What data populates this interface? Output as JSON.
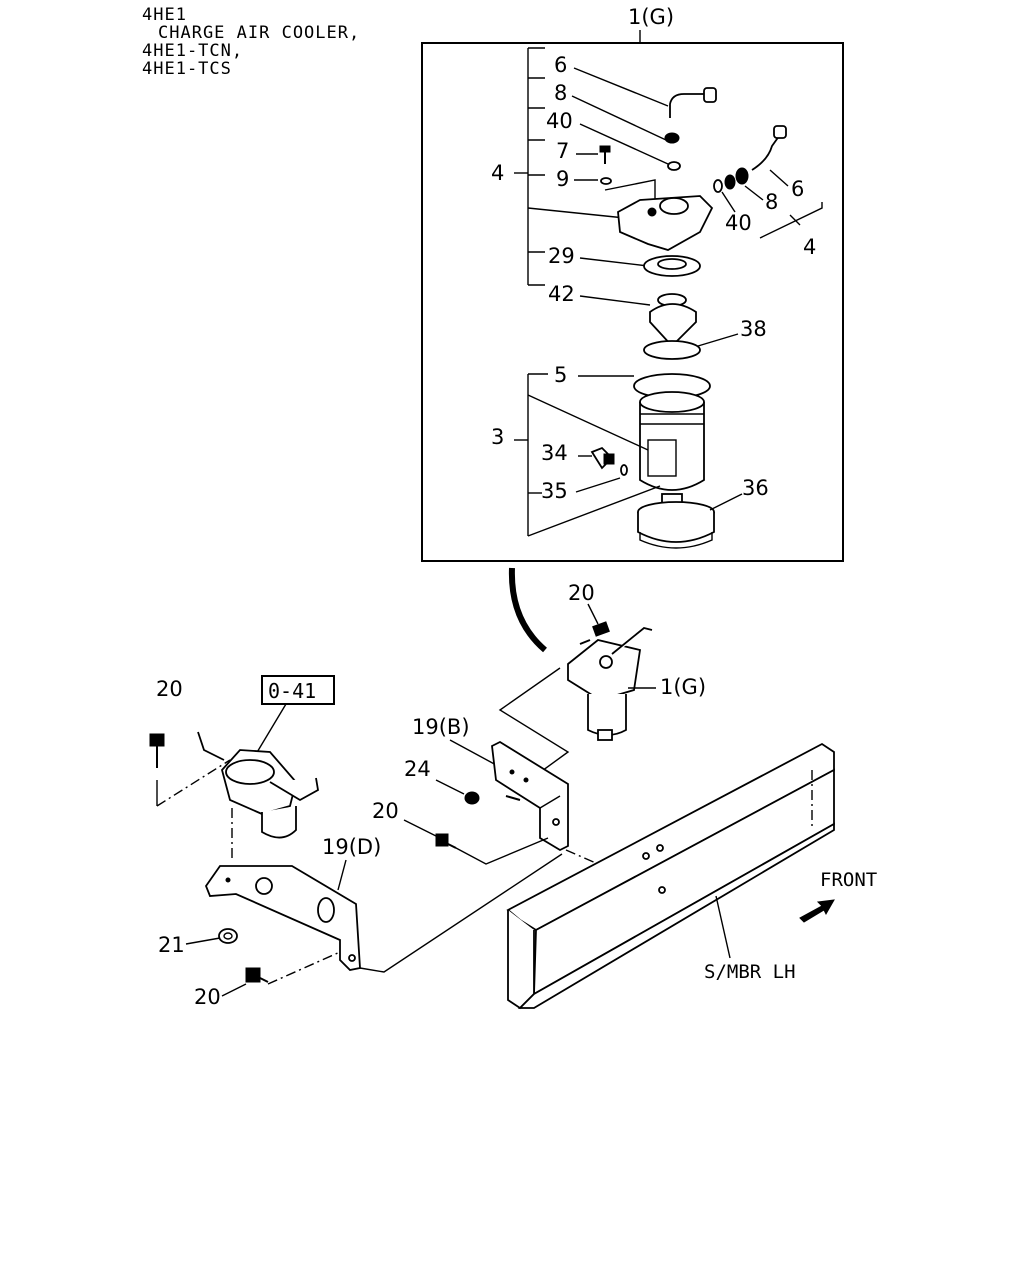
{
  "header": {
    "lines": [
      "4HE1",
      " CHARGE AIR COOLER,",
      "4HE1-TCN,",
      "4HE1-TCS"
    ]
  },
  "detail_box": {
    "title": "1(G)",
    "callouts": {
      "c6a": "6",
      "c8a": "8",
      "c40a": "40",
      "c7": "7",
      "c9": "9",
      "c4a": "4",
      "c6b": "6",
      "c8b": "8",
      "c40b": "40",
      "c4b": "4",
      "c29": "29",
      "c42": "42",
      "c38": "38",
      "c5": "5",
      "c3": "3",
      "c34": "34",
      "c35": "35",
      "c36": "36"
    }
  },
  "assembly": {
    "callouts": {
      "c20_top": "20",
      "c1g": "1(G)",
      "c19b": "19(B)",
      "c24": "24",
      "c20_mid": "20",
      "c20_left": "20",
      "c19d": "19(D)",
      "c21": "21",
      "c20_bottom": "20"
    },
    "ref_box": "0-41",
    "front_label": "FRONT",
    "member_label": "S/MBR LH"
  },
  "colors": {
    "ink": "#000000",
    "paper": "#ffffff",
    "shade": "#d8d8d8"
  }
}
